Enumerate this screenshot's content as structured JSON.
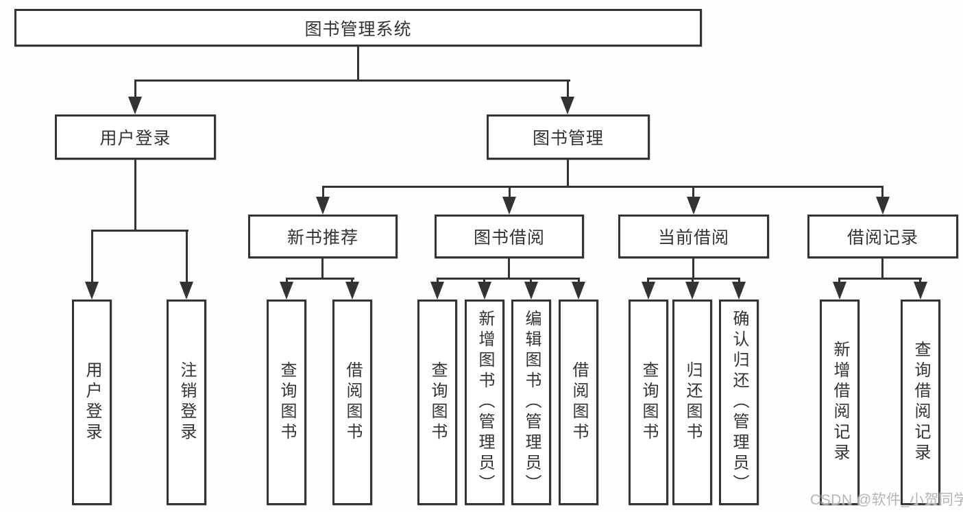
{
  "diagram_title": "图书管理系统",
  "colors": {
    "line": "#333333",
    "text": "#333333",
    "background": "#ffffff",
    "watermark": "#b5b5b5"
  },
  "tree": {
    "root": {
      "label": "图书管理系统"
    },
    "branches": [
      {
        "label": "用户登录",
        "children": [
          {
            "label": "用户登录"
          },
          {
            "label": "注销登录"
          }
        ]
      },
      {
        "label": "图书管理",
        "children": [
          {
            "label": "新书推荐",
            "children": [
              {
                "label": "查询图书"
              },
              {
                "label": "借阅图书"
              }
            ]
          },
          {
            "label": "图书借阅",
            "children": [
              {
                "label": "查询图书"
              },
              {
                "label": "新增图书（管理员）"
              },
              {
                "label": "编辑图书（管理员）"
              },
              {
                "label": "借阅图书"
              }
            ]
          },
          {
            "label": "当前借阅",
            "children": [
              {
                "label": "查询图书"
              },
              {
                "label": "归还图书"
              },
              {
                "label": "确认归还（管理员）"
              }
            ]
          },
          {
            "label": "借阅记录",
            "children": [
              {
                "label": "新增借阅记录"
              },
              {
                "label": "查询借阅记录"
              }
            ]
          }
        ]
      }
    ]
  },
  "watermark": {
    "text": "CSDN @软件_小贺同学"
  }
}
